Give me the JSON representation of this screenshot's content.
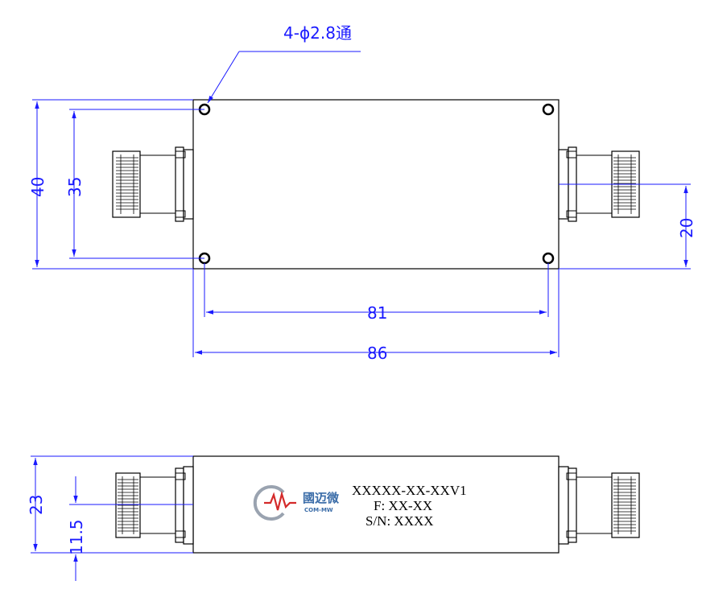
{
  "top_view": {
    "hole_callout": "4-ϕ2.8通",
    "dims": {
      "height_overall": "40",
      "hole_spacing_vertical": "35",
      "connector_offset": "20",
      "hole_spacing_horizontal": "81",
      "length_overall": "86"
    }
  },
  "side_view": {
    "dims": {
      "height_overall": "23",
      "connector_center": "11.5"
    },
    "label": {
      "model": "XXXXX-XX-XXV1",
      "freq": "F:  XX-XX",
      "serial": "S/N:  XXXX"
    },
    "logo": {
      "name_cn": "國迈微",
      "name_en": "COM-MW",
      "accent": "#d42a2a",
      "brand": "#3a6ca8"
    }
  }
}
